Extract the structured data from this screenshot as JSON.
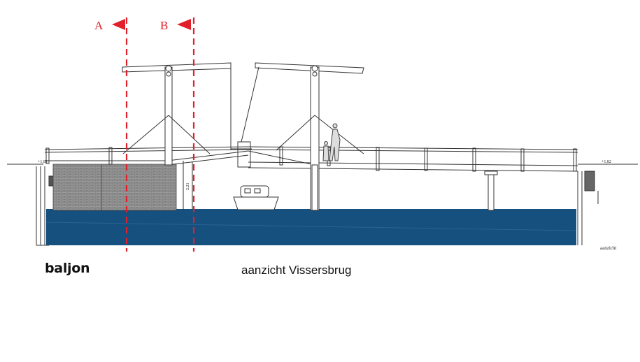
{
  "brand": {
    "name": "baljon"
  },
  "caption": {
    "text": "aanzicht Vissersbrug"
  },
  "drawing": {
    "view_label": "aanzicht",
    "level_left": "+1,82",
    "level_right": "+1,82",
    "clearance": "2.21",
    "section_markers": [
      {
        "label": "A"
      },
      {
        "label": "B"
      }
    ],
    "colors": {
      "water": "#15507f",
      "section_line": "#e0202a",
      "brick": "#8a8a8a",
      "line": "#333333"
    }
  }
}
